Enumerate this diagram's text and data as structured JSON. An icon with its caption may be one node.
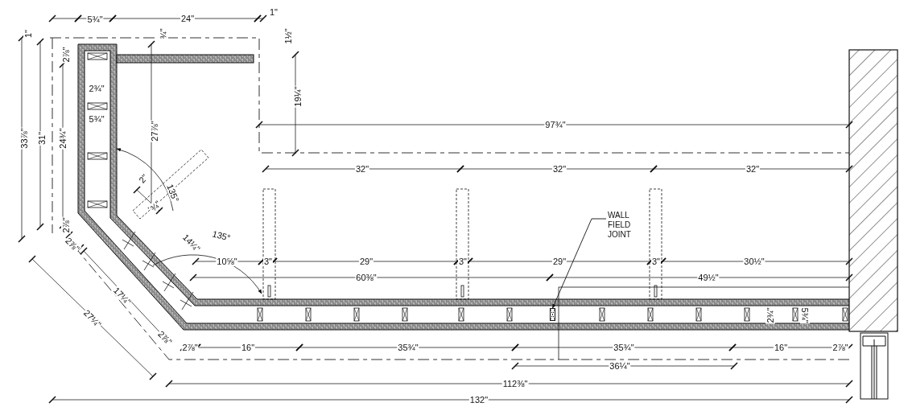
{
  "diagram": {
    "nodes": [
      {
        "text": [
          "WALL FIELD JOINT"
        ]
      },
      {
        "text": [],
        "shape": "box"
      }
    ],
    "edges": [
      {
        "from": 0,
        "to": 1,
        "arrow": "to"
      }
    ],
    "labels": [
      "5¾\"",
      "24\"",
      "1\"",
      "1\"",
      "¾\"",
      "1½\"",
      "2⅞\"",
      "2¾\"",
      "19¼\"",
      "5¾\"",
      "97¾\"",
      "33⅞\"",
      "31\"",
      "24¾\"",
      "27⅞\"",
      "32\"",
      "32\"",
      "32\"",
      "2\"",
      "135°",
      "¾\"",
      "2⅞\"",
      "135°",
      "2⅞\"",
      "14¼\"",
      "10⅝\"",
      "3\"",
      "29\"",
      "3\"",
      "29\"",
      "3\"",
      "30½\"",
      "60⅜\"",
      "49½\"",
      "2¾\"",
      "5¾\"",
      "17¼\"",
      "2⅞\"",
      "2⅞\"",
      "16\"",
      "35¾\"",
      "35¾\"",
      "16\"",
      "2⅞\"",
      "27¼\"",
      "36¼\"",
      "112⅜\"",
      "132\""
    ]
  }
}
